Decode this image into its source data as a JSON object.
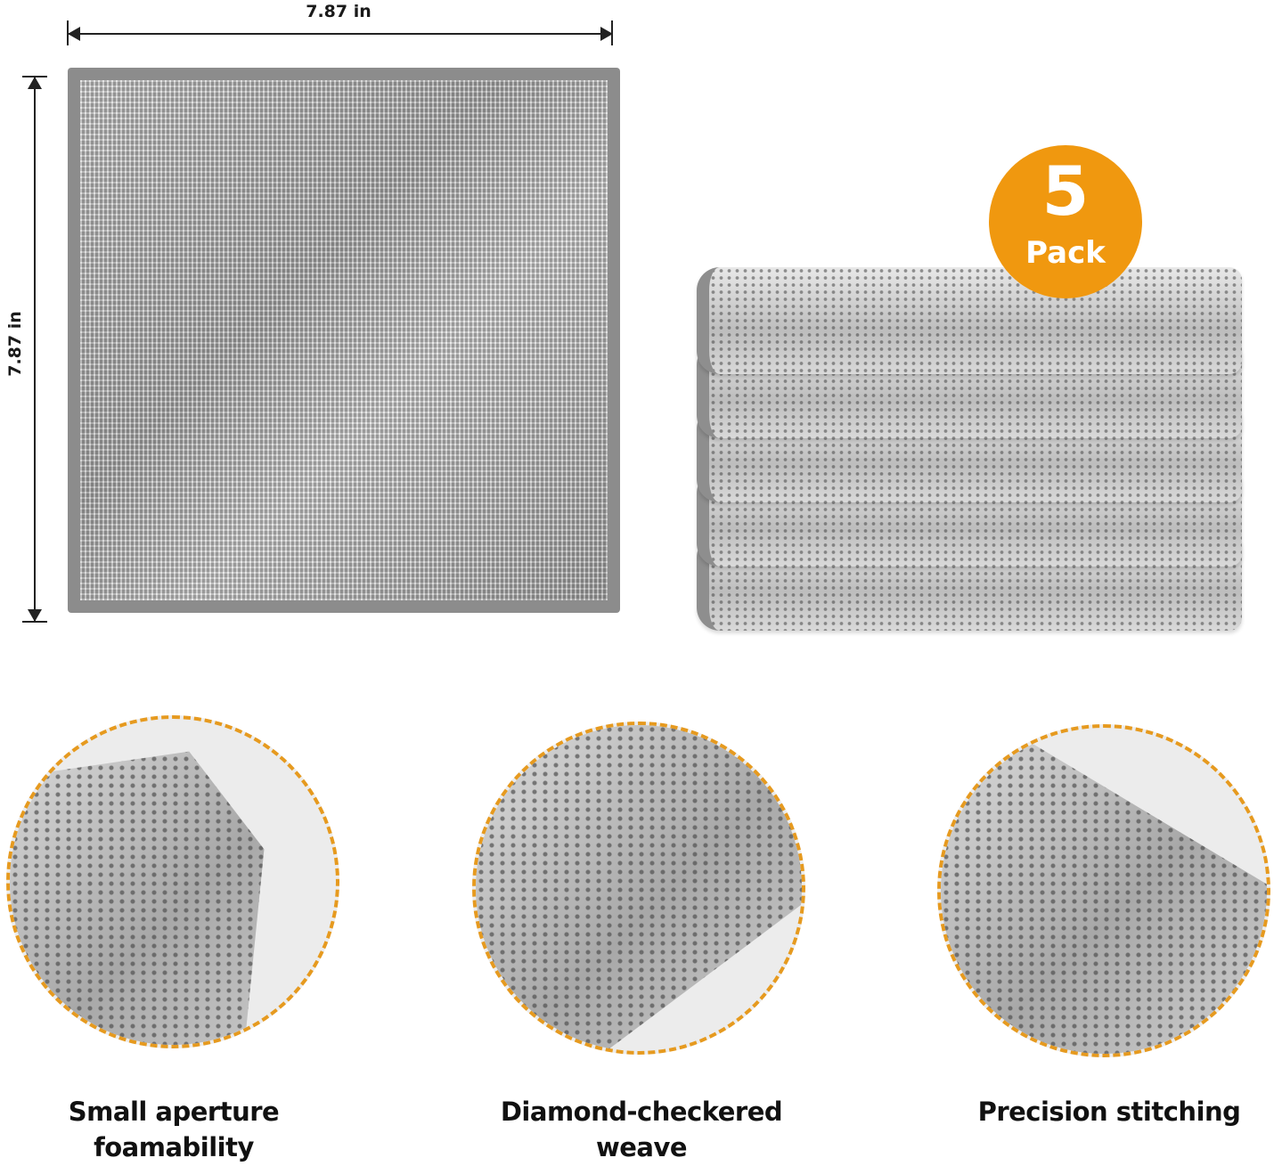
{
  "dimensions": {
    "width_label": "7.87 in",
    "height_label": "7.87 in"
  },
  "badge": {
    "number": "5",
    "text": "Pack",
    "color": "#f0980f"
  },
  "stack": {
    "count": 5
  },
  "features": [
    {
      "line1": "Small aperture",
      "line2": "foamability"
    },
    {
      "line1": "Diamond-checkered",
      "line2": "weave"
    },
    {
      "line1": "Precision stitching",
      "line2": ""
    }
  ],
  "colors": {
    "accent_dashed_border": "#e69a1f",
    "cloth_border": "#8c8c8c"
  }
}
